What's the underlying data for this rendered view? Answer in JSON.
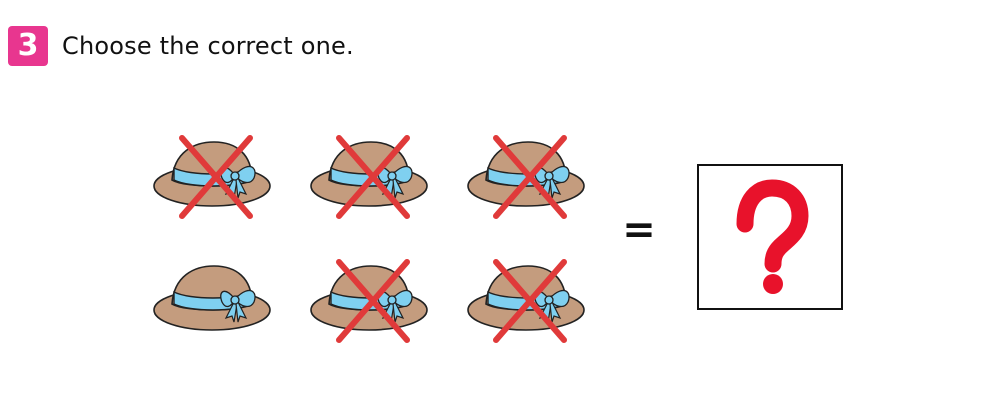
{
  "question": {
    "number": "3",
    "instruction": "Choose the correct one."
  },
  "equals_symbol": "=",
  "answer_box": {
    "symbol": "?"
  },
  "hats": [
    {
      "row": 1,
      "col": 1,
      "crossed": true
    },
    {
      "row": 1,
      "col": 2,
      "crossed": true
    },
    {
      "row": 1,
      "col": 3,
      "crossed": true
    },
    {
      "row": 2,
      "col": 1,
      "crossed": false
    },
    {
      "row": 2,
      "col": 2,
      "crossed": true
    },
    {
      "row": 2,
      "col": 3,
      "crossed": true
    }
  ],
  "colors": {
    "badge": "#e8368f",
    "hat_brown": "#c49c7e",
    "ribbon_blue": "#7fd0f0",
    "cross_red": "#e03a3a",
    "question_red": "#e8122b"
  },
  "icons": {
    "hat": "straw-hat-icon",
    "cross": "red-x-icon"
  }
}
